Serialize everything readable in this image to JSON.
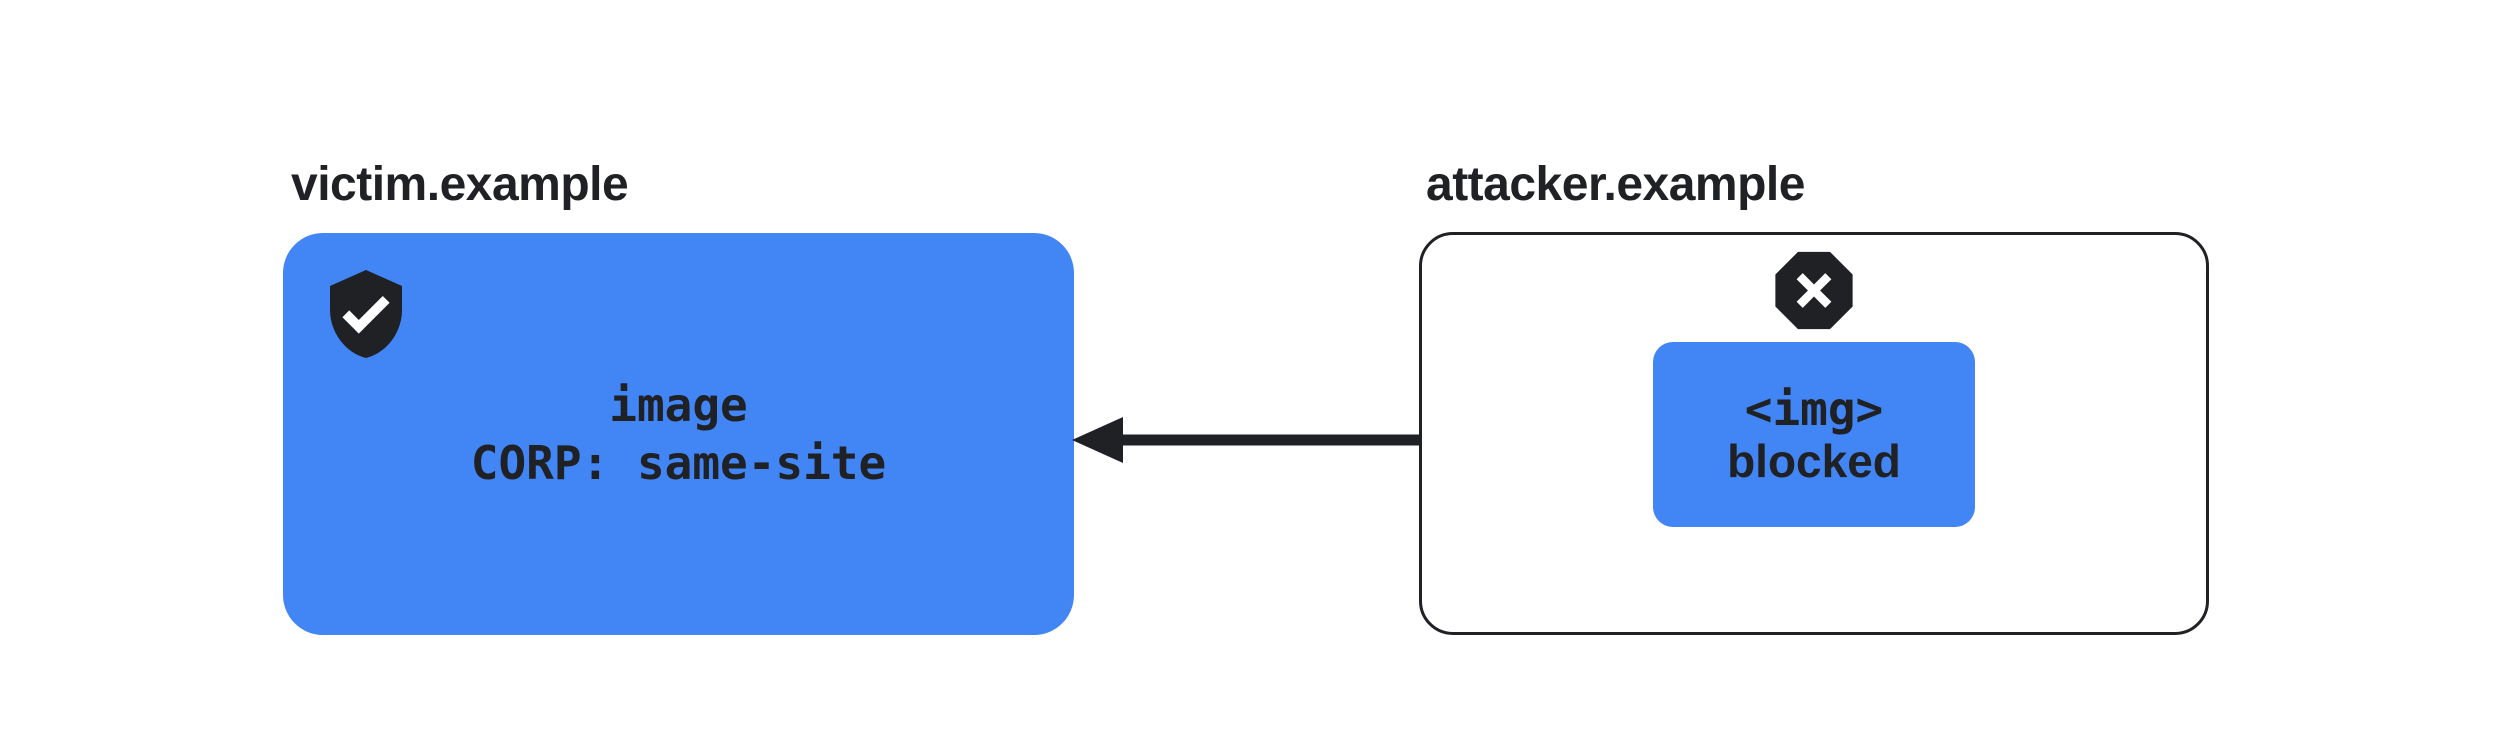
{
  "diagram": {
    "title": "cross-origin-resource-policy blocking diagram",
    "victim": {
      "domain": "victim.example",
      "icon": "shield-check-icon",
      "resource": {
        "line1": "image",
        "line2": "CORP: same-site"
      }
    },
    "attacker": {
      "domain": "attacker.example",
      "icon": "octagon-x-icon",
      "request": {
        "line1": "<img>",
        "line2": "blocked"
      }
    },
    "arrow": {
      "direction": "attacker-to-victim",
      "style": "solid-black-left-arrow"
    },
    "colors": {
      "accent_blue": "#4285F4",
      "ink": "#202124",
      "background": "#FFFFFF"
    }
  }
}
